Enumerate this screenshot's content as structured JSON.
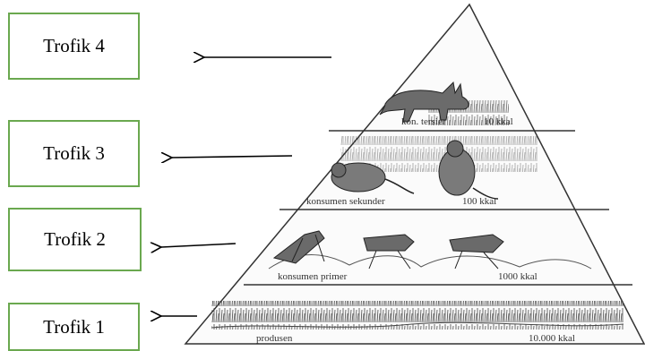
{
  "trofik_levels": [
    {
      "label": "Trofik 4"
    },
    {
      "label": "Trofik 3"
    },
    {
      "label": "Trofik 2"
    },
    {
      "label": "Trofik 1"
    }
  ],
  "pyramid": {
    "levels": [
      {
        "name": "kon. tersier",
        "energy": "10 kkal"
      },
      {
        "name": "konsumen sekunder",
        "energy": "100 kkal"
      },
      {
        "name": "konsumen primer",
        "energy": "1000 kkal"
      },
      {
        "name": "produsen",
        "energy": "10.000 kkal"
      }
    ]
  }
}
